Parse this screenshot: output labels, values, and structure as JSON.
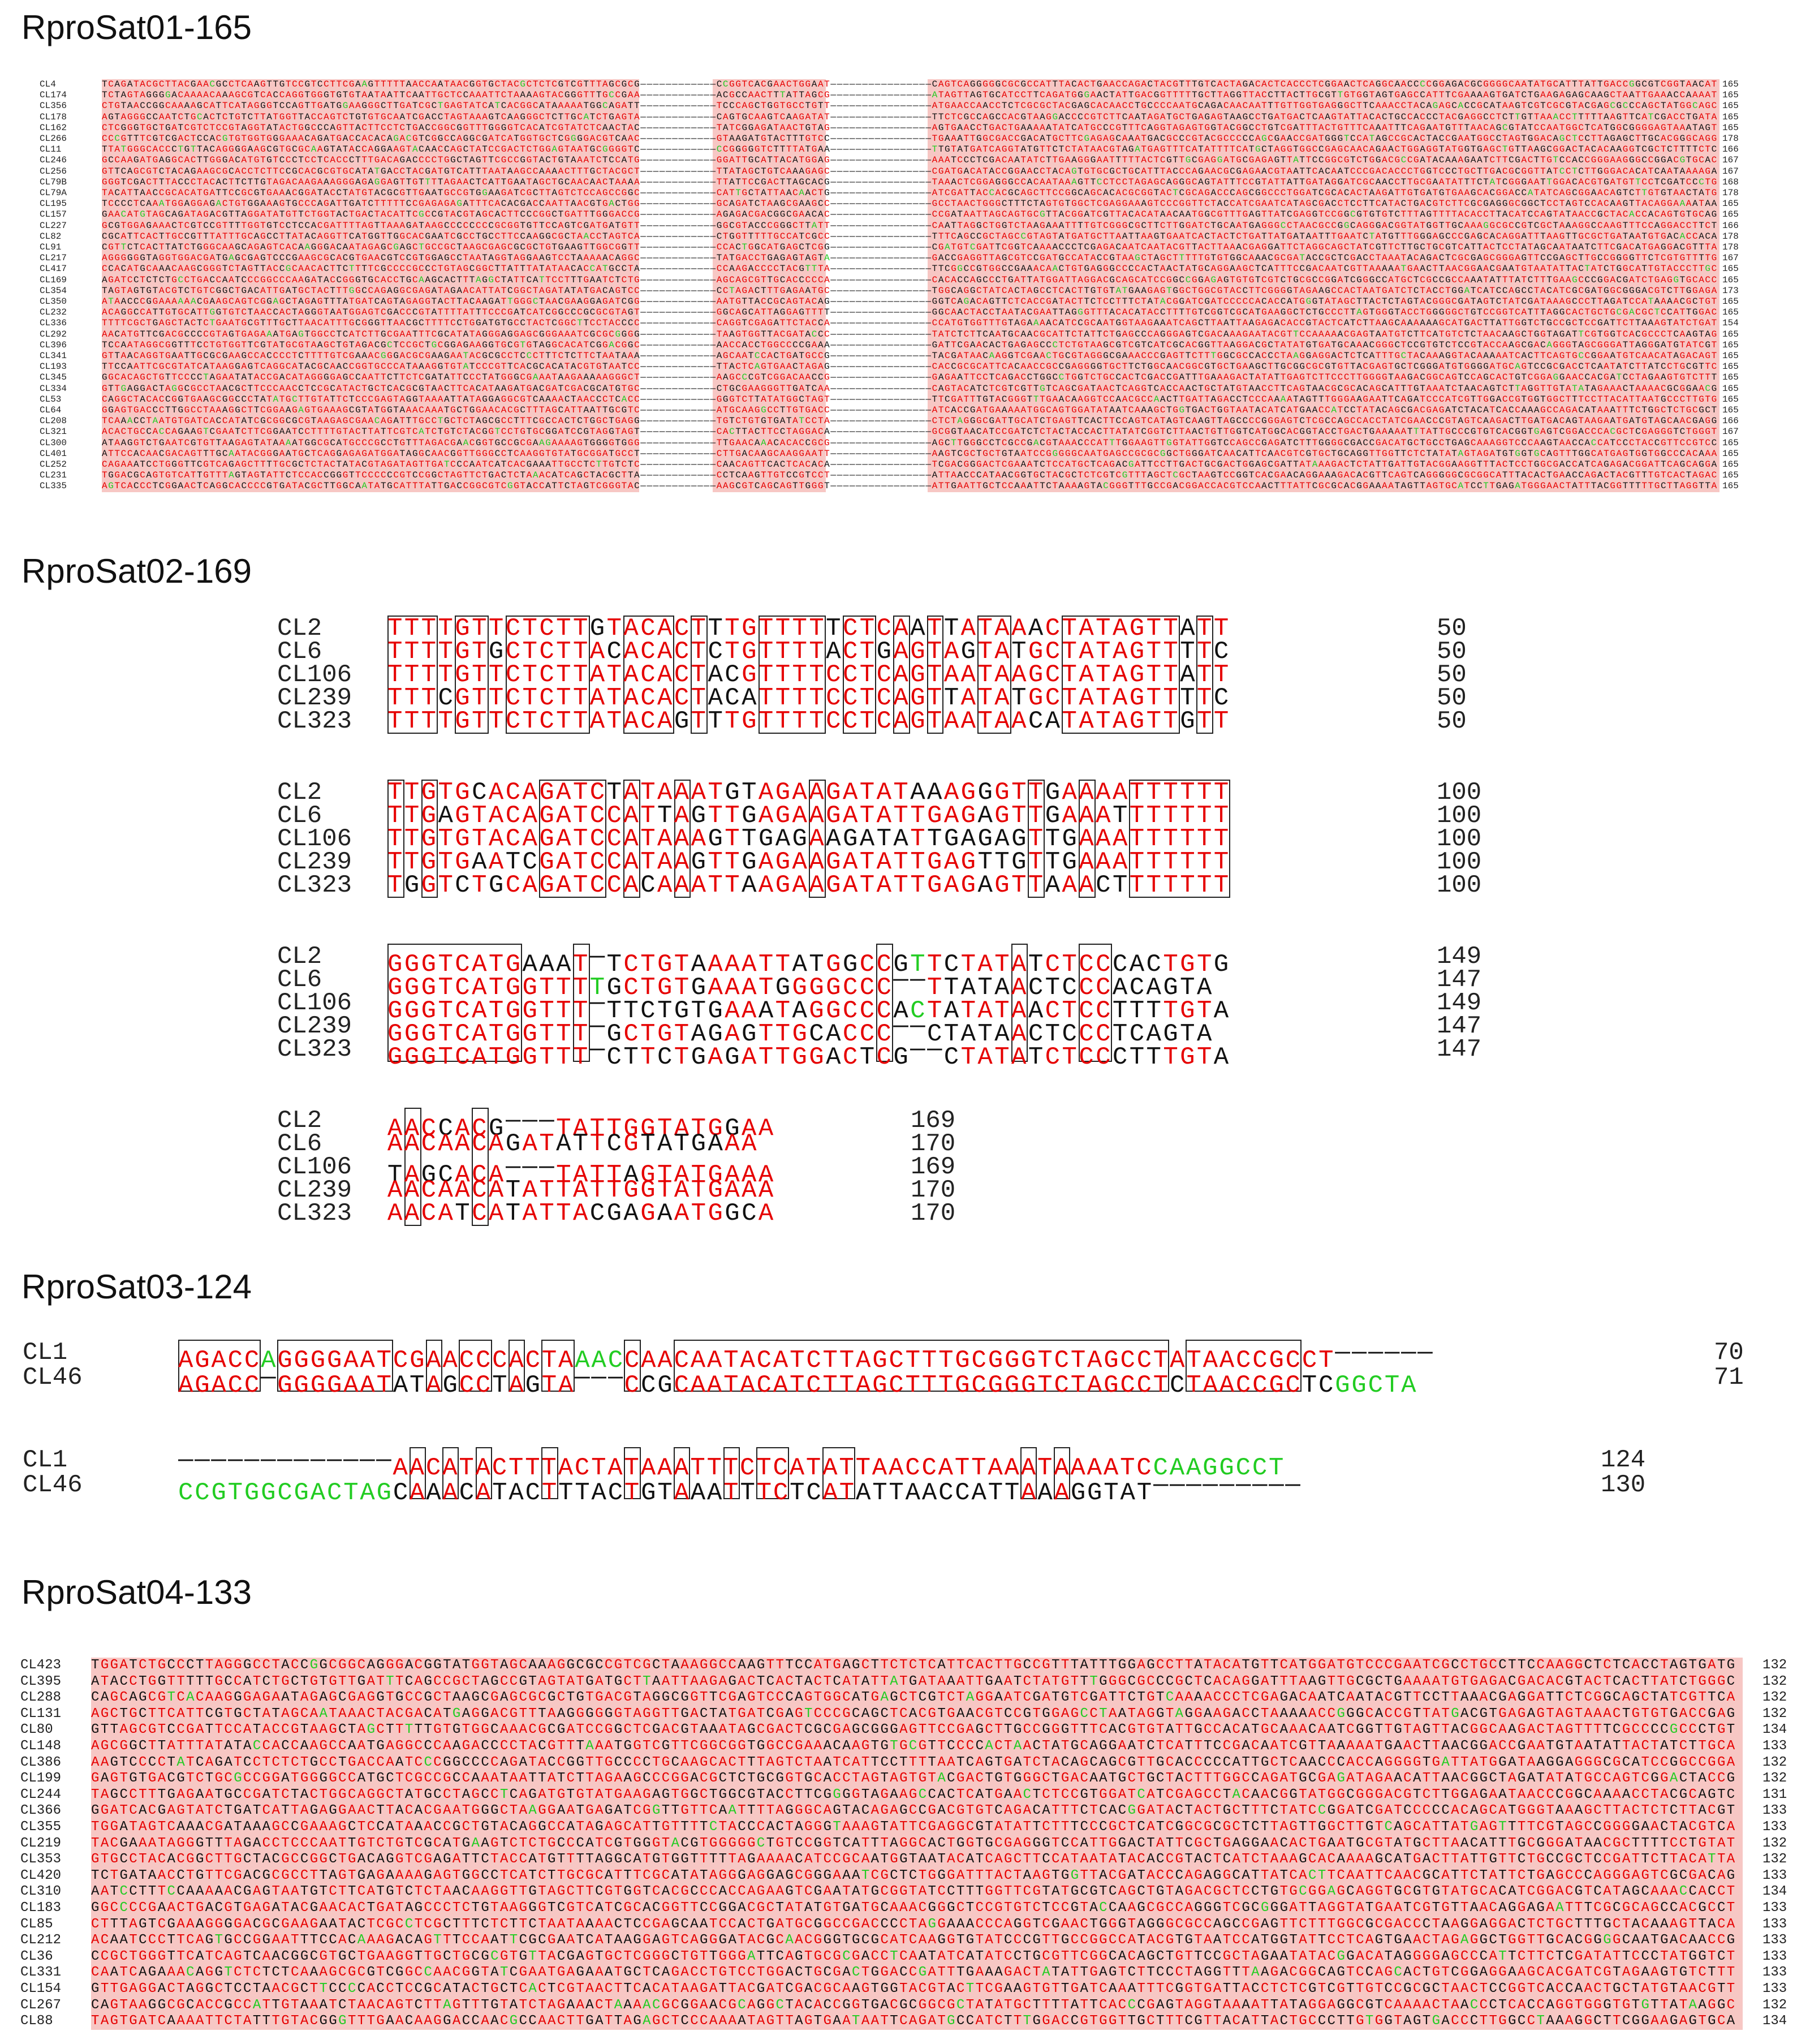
{
  "colors": {
    "match": "#e60000",
    "mismatch": "#111111",
    "gap_insert": "#22cc22",
    "match_bg": "#f7c7c4"
  },
  "titles": [
    "RproSat01-165",
    "RproSat02-169",
    "RproSat03-124",
    "RproSat04-133"
  ],
  "sat01": {
    "names": [
      "CL4",
      "CL174",
      "CL356",
      "CL178",
      "CL162",
      "CL266",
      "CL11",
      "CL246",
      "CL256",
      "CL79B",
      "CL79A",
      "CL195",
      "CL157",
      "CL227",
      "CL82",
      "CL91",
      "CL217",
      "CL417",
      "CL169",
      "CL354",
      "CL350",
      "CL232",
      "CL336",
      "CL292",
      "CL396",
      "CL341",
      "CL193",
      "CL345",
      "CL334",
      "CL53",
      "CL64",
      "CL208",
      "CL321",
      "CL300",
      "CL401",
      "CL252",
      "CL231",
      "CL335"
    ],
    "lengths": [
      "165",
      "165",
      "165",
      "165",
      "165",
      "178",
      "166",
      "167",
      "167",
      "168",
      "178",
      "165",
      "165",
      "166",
      "178",
      "178",
      "167",
      "165",
      "165",
      "173",
      "165",
      "165",
      "154",
      "165",
      "165",
      "165",
      "165",
      "165",
      "165",
      "165",
      "165",
      "166",
      "167",
      "165",
      "165",
      "165",
      "165",
      "165"
    ]
  },
  "sat02": {
    "blocks": [
      {
        "rows": [
          {
            "name": "CL2",
            "seq": "TTTTGTTCTCTTGTACACTTTGTTTTTCTCAATTATAAACTATAGTTATT",
            "end": "50"
          },
          {
            "name": "CL6",
            "seq": "TTTTGTGCTCTTACACACTCTGTTTTACTGAGTAGTATGCTATAGTTTTC",
            "end": "50"
          },
          {
            "name": "CL106",
            "seq": "TTTTGTTCTCTTATACACTACGTTTTCCTCAGTAATAAGCTATAGTTATT",
            "end": "50"
          },
          {
            "name": "CL239",
            "seq": "TTTCGTTCTCTTATACACTACATTTTCCTCAGTTATATGCTATAGTTTTC",
            "end": "50"
          },
          {
            "name": "CL323",
            "seq": "TTTTGTTCTCTTATACAGTTTGTTTTCCTCAGTAATAACATATAGTTGTT",
            "end": "50"
          }
        ]
      },
      {
        "rows": [
          {
            "name": "CL2",
            "seq": "TTGTGCACAGATCTATAAATGTAGAAGATATAAAGGGTTGAAAATTTTTT",
            "end": "100"
          },
          {
            "name": "CL6",
            "seq": "TTGAGTACAGATCCATTAGTTGAGAAGATATTGAGAGTTGAAATTTTTTT",
            "end": "100"
          },
          {
            "name": "CL106",
            "seq": "TTGTGTACAGATCCATAAAGTTGAGAAGATATTGAGAGTTGAAATTTTTT",
            "end": "100"
          },
          {
            "name": "CL239",
            "seq": "TTGTGAATCGATCCATAAGTTGAGAAGATATTGAGTTGTTGAAATTTTTT",
            "end": "100"
          },
          {
            "name": "CL323",
            "seq": "TGGTCTGCAGATCCACAAATTAAGAAGATATTGAGAGTTAAACTTTTTTT",
            "end": "100"
          }
        ]
      },
      {
        "rows": [
          {
            "name": "CL2",
            "seq": "GGGTCATGAAAT-TCTGTAAAATTATGGCCGTTCTATATCTCCCACTGTG",
            "end": "149"
          },
          {
            "name": "CL6",
            "seq": "GGGTCATGGTTTTGCTGTGAAATGGGGCCC--TTATAACTCCCACAGTA",
            "end": "147"
          },
          {
            "name": "CL106",
            "seq": "GGGTCATGGTTT-TTCTGTGAAATAGGCCCACTATATAACTCCTTTTGTA",
            "end": "149"
          },
          {
            "name": "CL239",
            "seq": "GGGTCATGGTTT-GCTGTAGAGTTGCACCC--CTATAACTCCCTCAGTA",
            "end": "147"
          },
          {
            "name": "CL323",
            "seq": "GGGTCATGGTTT-CTTCTGAGATTGGACTCG--CTATATCTCCCTTTGTA",
            "end": "147"
          }
        ]
      },
      {
        "rows": [
          {
            "name": "CL2",
            "seq": "AACCACG---TATTGGTATGGAA",
            "end": "169"
          },
          {
            "name": "CL6",
            "seq": "AACAACAGATATTCGTATGAAA",
            "end": "170"
          },
          {
            "name": "CL106",
            "seq": "TAGCACA---TATTAGTATGAAA",
            "end": "169"
          },
          {
            "name": "CL239",
            "seq": "AACAACATATTATTGGTATGAAA",
            "end": "170"
          },
          {
            "name": "CL323",
            "seq": "AACATCATATTACGAGAATGGCA",
            "end": "170"
          }
        ]
      }
    ]
  },
  "sat03": {
    "blocks": [
      {
        "rows": [
          {
            "name": "CL1",
            "seq": "AGACCAGGGGAATCGAACCCACTAAACCAACAATACATCTTAGCTTTGCGGGTCTAGCCTATAACCGCCT------",
            "end": "70"
          },
          {
            "name": "CL46",
            "seq": "AGACC-GGGGAATATAGCCTAGTA---CCGCAATACATCTTAGCTTTGCGGGTCTAGCCTCTAACCGCTCGGCTA",
            "end": "71"
          }
        ]
      },
      {
        "rows": [
          {
            "name": "CL1",
            "seq": "-------------AACATACTTTACTATAAATTTCTCATATTAACCATTAAATAAAATCCAAGGCCT",
            "end": "124"
          },
          {
            "name": "CL46",
            "seq": "CCGTGGCGACTAGCAAACATACTTTACTGTAAATTTCTCATATTAACCATTAAAGGTAT---------",
            "end": "130"
          }
        ]
      }
    ]
  },
  "sat04": {
    "names": [
      "CL423",
      "CL395",
      "CL288",
      "CL131",
      "CL80",
      "CL148",
      "CL386",
      "CL199",
      "CL244",
      "CL366",
      "CL355",
      "CL219",
      "CL353",
      "CL420",
      "CL310",
      "CL183",
      "CL85",
      "CL212",
      "CL36",
      "CL331",
      "CL154",
      "CL267",
      "CL88"
    ],
    "lengths": [
      "132",
      "132",
      "132",
      "132",
      "134",
      "133",
      "132",
      "132",
      "131",
      "133",
      "133",
      "132",
      "132",
      "133",
      "134",
      "133",
      "133",
      "133",
      "133",
      "133",
      "133",
      "132",
      "134"
    ]
  }
}
